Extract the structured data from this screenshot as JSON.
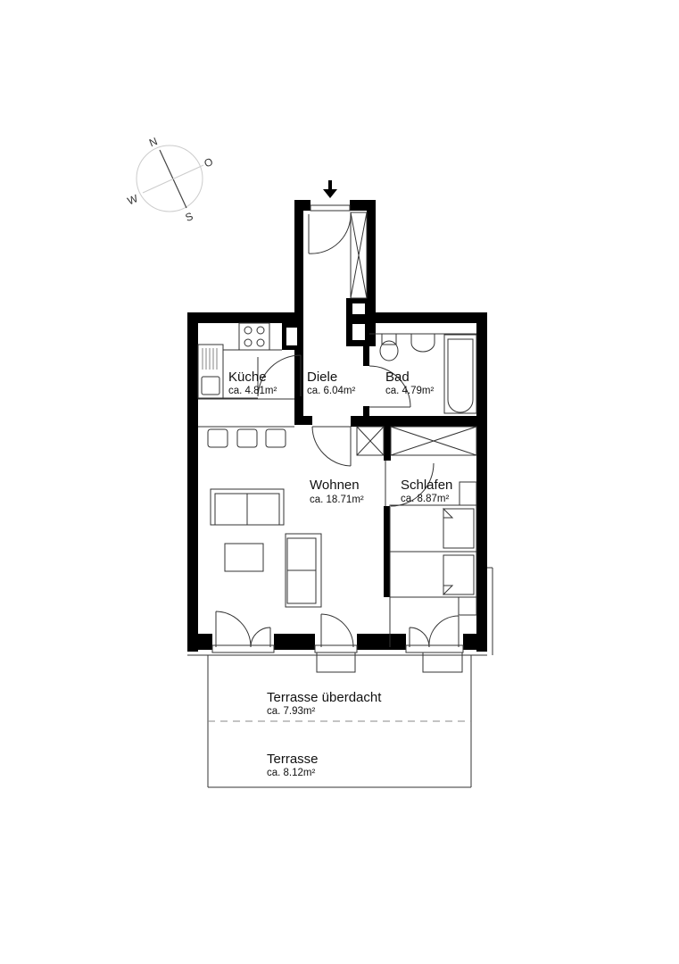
{
  "plan": {
    "compass": {
      "north": "N",
      "east": "O",
      "south": "S",
      "west": "W"
    },
    "entrance_marker": "entrance-arrow",
    "rooms": [
      {
        "id": "kueche",
        "name": "Küche",
        "area": "ca. 4.81m²"
      },
      {
        "id": "diele",
        "name": "Diele",
        "area": "ca. 6.04m²"
      },
      {
        "id": "bad",
        "name": "Bad",
        "area": "ca. 4.79m²"
      },
      {
        "id": "wohnen",
        "name": "Wohnen",
        "area": "ca. 18.71m²"
      },
      {
        "id": "schlafen",
        "name": "Schlafen",
        "area": "ca. 8.87m²"
      },
      {
        "id": "terrasse_ueberdacht",
        "name": "Terrasse überdacht",
        "area": "ca. 7.93m²"
      },
      {
        "id": "terrasse",
        "name": "Terrasse",
        "area": "ca. 8.12m²"
      }
    ]
  }
}
